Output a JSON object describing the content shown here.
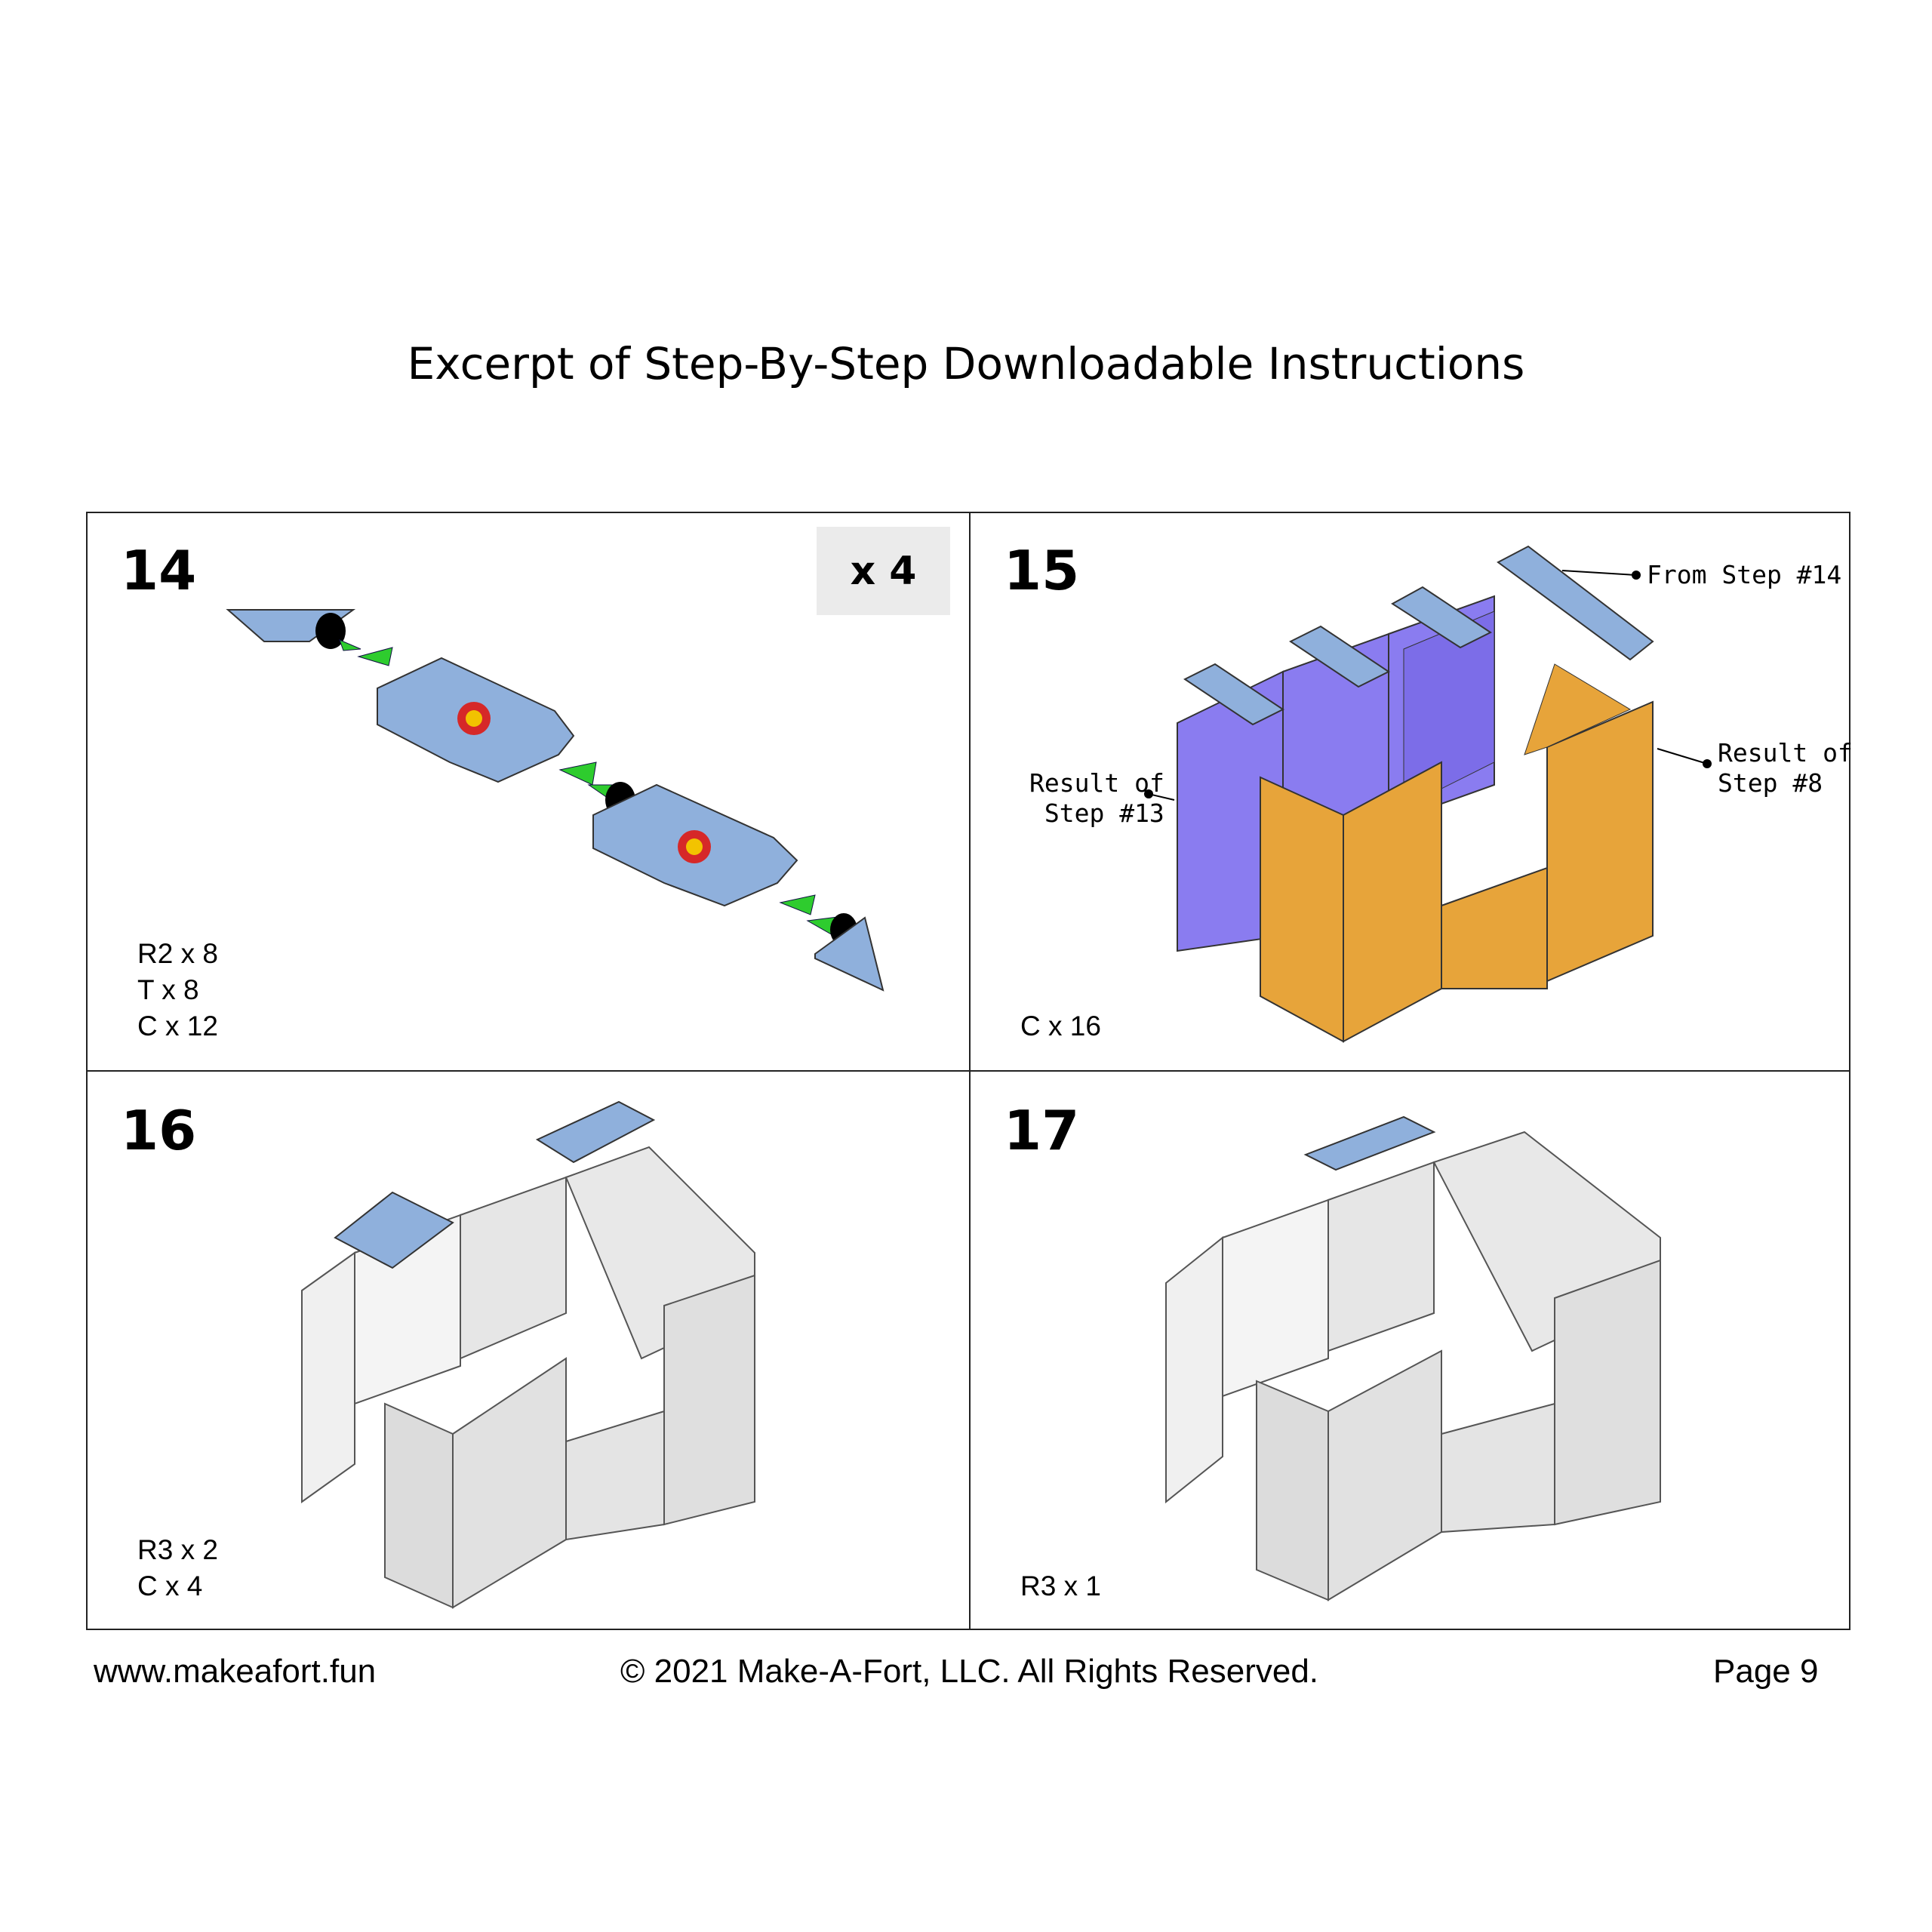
{
  "page": {
    "title": "Excerpt of Step-By-Step Downloadable Instructions"
  },
  "steps": [
    {
      "number": "14",
      "multiplier": "x 4",
      "parts": [
        "R2 x 8",
        "T x 8",
        "C x 12"
      ]
    },
    {
      "number": "15",
      "parts": [
        "C x 16"
      ],
      "callouts": {
        "from_step": "From Step #14",
        "result_13": [
          "Result of",
          "Step #13"
        ],
        "result_8": [
          "Result of",
          "Step #8"
        ]
      }
    },
    {
      "number": "16",
      "parts": [
        "R3 x 2",
        "C x 4"
      ]
    },
    {
      "number": "17",
      "parts": [
        "R3 x 1"
      ]
    }
  ],
  "footer": {
    "website": "www.makeafort.fun",
    "copyright": "© 2021 Make-A-Fort, LLC. All Rights Reserved.",
    "page": "Page 9"
  },
  "colors": {
    "blue_panel": "#8fb0dc",
    "purple_panel": "#8a7cf0",
    "orange_panel": "#e7a43a",
    "grey_panel": "#e3e3e3",
    "connector_green": "#2ecc2e",
    "multiplier_bg": "#ebebeb"
  }
}
